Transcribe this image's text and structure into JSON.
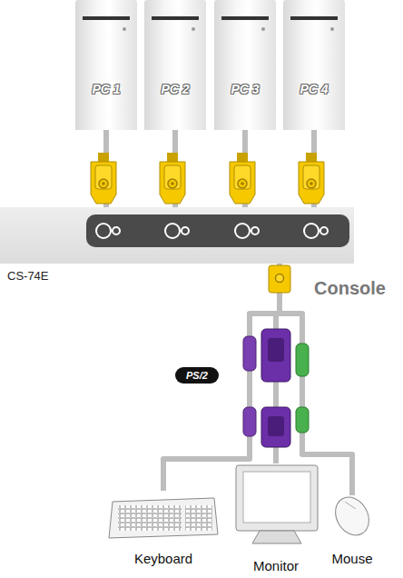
{
  "diagram": {
    "nodes": [
      {
        "text": [
          "PC 1"
        ]
      },
      {
        "text": [
          "PC 2"
        ]
      },
      {
        "text": [
          "PC 3"
        ]
      },
      {
        "text": [
          "PC 4"
        ]
      },
      {
        "text": [
          "CS-74E"
        ]
      },
      {
        "text": [
          "PS/2"
        ]
      },
      {
        "text": [
          "Keyboard"
        ]
      },
      {
        "text": [
          "Monitor"
        ]
      },
      {
        "text": [
          "Mouse"
        ]
      }
    ],
    "edges": [
      {
        "from": 0,
        "to": 4,
        "arrow": "none"
      },
      {
        "from": 1,
        "to": 4,
        "arrow": "none"
      },
      {
        "from": 2,
        "to": 4,
        "arrow": "none"
      },
      {
        "from": 3,
        "to": 4,
        "arrow": "none"
      },
      {
        "from": 4,
        "to": 6,
        "arrow": "none"
      },
      {
        "from": 4,
        "to": 7,
        "arrow": "none"
      },
      {
        "from": 4,
        "to": 8,
        "arrow": "none"
      }
    ],
    "labels": [
      "Console"
    ]
  }
}
